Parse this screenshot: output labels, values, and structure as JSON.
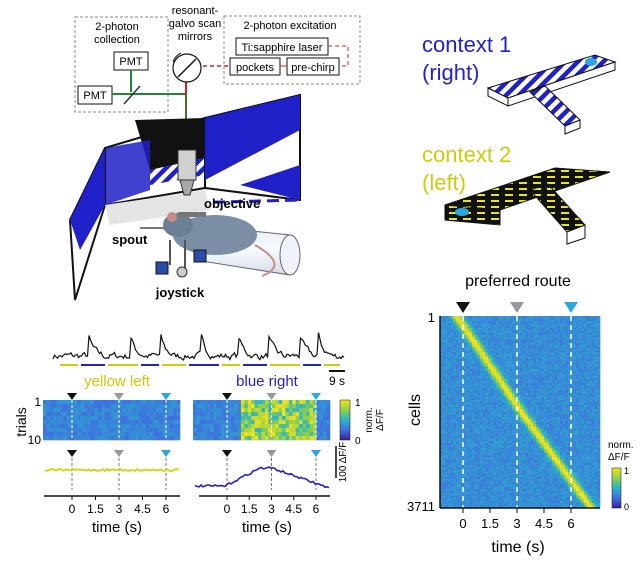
{
  "rig": {
    "collection_label_1": "2-photon",
    "collection_label_2": "collection",
    "pmt_top": "PMT",
    "pmt_left": "PMT",
    "scan_label_1": "resonant-",
    "scan_label_2": "galvo scan",
    "scan_label_3": "mirrors",
    "excitation_label": "2-photon excitation",
    "laser_label": "Ti:sapphire laser",
    "pockels_label": "pockets",
    "prechirp_label": "pre-chirp",
    "objective_label": "objective",
    "spout_label": "spout",
    "joystick_label": "joystick"
  },
  "contexts": {
    "context1_line1": "context 1",
    "context1_line2": "(right)",
    "context2_line1": "context 2",
    "context2_line2": "(left)",
    "blue": "#2222cc",
    "yellow": "#cccc10"
  },
  "trial_panel": {
    "scalebar_label": "9 s",
    "yellow_title": "yellow left",
    "blue_title": "blue right",
    "trials_label": "trials",
    "trial_tick_top": "1",
    "trial_tick_bottom": "10",
    "colorbar_label_1": "norm.",
    "colorbar_label_2": "ΔF/F",
    "colorbar_max": "1",
    "colorbar_min": "0",
    "trace_scalebar_label": "100 ΔF/F",
    "xticks": [
      "0",
      "1.5",
      "3",
      "4.5",
      "6"
    ],
    "xlabel": "time (s)"
  },
  "population_panel": {
    "title": "preferred route",
    "ylabel": "cells",
    "ytick_top": "1",
    "ytick_bottom": "3711",
    "xticks": [
      "0",
      "1.5",
      "3",
      "4.5",
      "6"
    ],
    "xlabel": "time (s)",
    "colorbar_label_1": "norm.",
    "colorbar_label_2": "ΔF/F",
    "colorbar_max": "1",
    "colorbar_min": "0"
  },
  "markers": {
    "start_color": "#111111",
    "mid_color": "#999999",
    "end_color": "#29a8e0"
  }
}
